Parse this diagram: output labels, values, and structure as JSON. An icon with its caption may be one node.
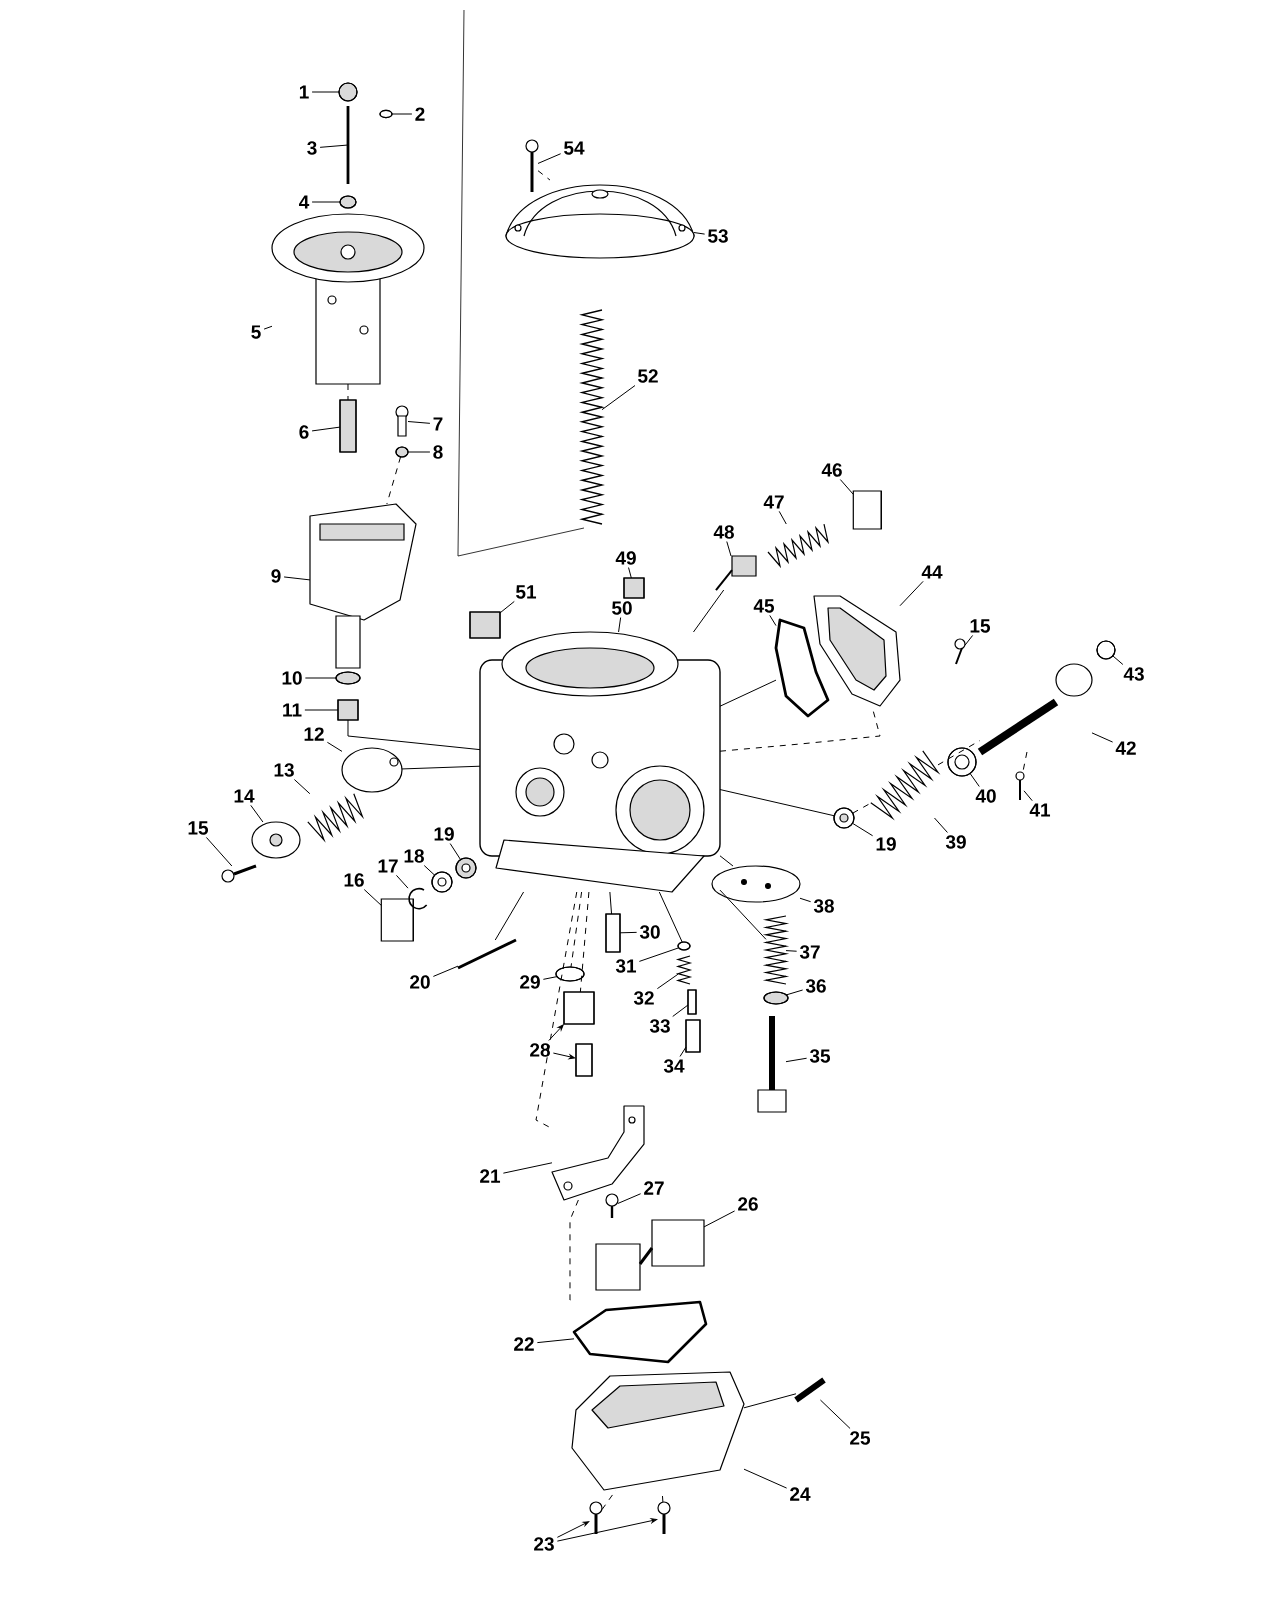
{
  "diagram": {
    "nodes": [
      {
        "text": [
          "1"
        ]
      },
      {
        "text": [
          "2"
        ]
      },
      {
        "text": [
          "3"
        ]
      },
      {
        "text": [
          "4"
        ]
      },
      {
        "text": [
          "5"
        ]
      },
      {
        "text": [
          "6"
        ]
      },
      {
        "text": [
          "7"
        ]
      },
      {
        "text": [
          "8"
        ]
      },
      {
        "text": [
          "9"
        ]
      },
      {
        "text": [
          "10"
        ]
      },
      {
        "text": [
          "11"
        ]
      },
      {
        "text": [
          "12"
        ]
      },
      {
        "text": [
          "13"
        ]
      },
      {
        "text": [
          "14"
        ]
      },
      {
        "text": [
          "15"
        ]
      },
      {
        "text": [
          "15"
        ]
      },
      {
        "text": [
          "16"
        ]
      },
      {
        "text": [
          "17"
        ]
      },
      {
        "text": [
          "18"
        ]
      },
      {
        "text": [
          "19"
        ]
      },
      {
        "text": [
          "19"
        ]
      },
      {
        "text": [
          "20"
        ]
      },
      {
        "text": [
          "21"
        ]
      },
      {
        "text": [
          "22"
        ]
      },
      {
        "text": [
          "23"
        ]
      },
      {
        "text": [
          "24"
        ]
      },
      {
        "text": [
          "25"
        ]
      },
      {
        "text": [
          "26"
        ]
      },
      {
        "text": [
          "27"
        ]
      },
      {
        "text": [
          "28"
        ]
      },
      {
        "text": [
          "29"
        ]
      },
      {
        "text": [
          "30"
        ]
      },
      {
        "text": [
          "31"
        ]
      },
      {
        "text": [
          "32"
        ]
      },
      {
        "text": [
          "33"
        ]
      },
      {
        "text": [
          "34"
        ]
      },
      {
        "text": [
          "35"
        ]
      },
      {
        "text": [
          "36"
        ]
      },
      {
        "text": [
          "37"
        ]
      },
      {
        "text": [
          "38"
        ]
      },
      {
        "text": [
          "39"
        ]
      },
      {
        "text": [
          "40"
        ]
      },
      {
        "text": [
          "41"
        ]
      },
      {
        "text": [
          "42"
        ]
      },
      {
        "text": [
          "43"
        ]
      },
      {
        "text": [
          "44"
        ]
      },
      {
        "text": [
          "45"
        ]
      },
      {
        "text": [
          "46"
        ]
      },
      {
        "text": [
          "47"
        ]
      },
      {
        "text": [
          "48"
        ]
      },
      {
        "text": [
          "49"
        ]
      },
      {
        "text": [
          "50"
        ]
      },
      {
        "text": [
          "51"
        ]
      },
      {
        "text": [
          "52"
        ]
      },
      {
        "text": [
          "53"
        ]
      },
      {
        "text": [
          "54"
        ]
      },
      {
        "text": [],
        "shape": "circle"
      },
      {
        "text": [],
        "shape": "circle"
      },
      {
        "text": [],
        "shape": "picture"
      },
      {
        "text": [],
        "shape": "circle"
      },
      {
        "text": [],
        "shape": "picture"
      },
      {
        "text": [],
        "shape": "box"
      },
      {
        "text": [],
        "shape": "picture"
      },
      {
        "text": [],
        "shape": "circle"
      },
      {
        "text": [],
        "shape": "picture"
      },
      {
        "text": [],
        "shape": "circle"
      },
      {
        "text": [],
        "shape": "box"
      },
      {
        "text": [],
        "shape": "picture"
      },
      {
        "text": [],
        "shape": "picture"
      },
      {
        "text": [],
        "shape": "picture"
      },
      {
        "text": [],
        "shape": "picture"
      },
      {
        "text": [],
        "shape": "picture"
      },
      {
        "text": [],
        "shape": "cylinder"
      },
      {
        "text": [],
        "shape": "picture"
      },
      {
        "text": [],
        "shape": "circle"
      },
      {
        "text": [],
        "shape": "circle"
      },
      {
        "text": [],
        "shape": "circle"
      },
      {
        "text": [],
        "shape": "picture"
      },
      {
        "text": [],
        "shape": "picture"
      },
      {
        "text": [],
        "shape": "picture"
      },
      {
        "text": [],
        "shape": "picture"
      },
      {
        "text": [],
        "shape": "picture"
      },
      {
        "text": [],
        "shape": "picture"
      },
      {
        "text": [],
        "shape": "picture"
      },
      {
        "text": [],
        "shape": "picture"
      },
      {
        "text": [],
        "shape": "box"
      },
      {
        "text": [],
        "shape": "circle"
      },
      {
        "text": [],
        "shape": "box"
      },
      {
        "text": [],
        "shape": "circle"
      },
      {
        "text": [],
        "shape": "picture"
      },
      {
        "text": [],
        "shape": "box"
      },
      {
        "text": [],
        "shape": "box"
      },
      {
        "text": [],
        "shape": "picture"
      },
      {
        "text": [],
        "shape": "circle"
      },
      {
        "text": [],
        "shape": "picture"
      },
      {
        "text": [],
        "shape": "picture"
      },
      {
        "text": [],
        "shape": "picture"
      },
      {
        "text": [],
        "shape": "circle"
      },
      {
        "text": [],
        "shape": "picture"
      },
      {
        "text": [],
        "shape": "picture"
      },
      {
        "text": [],
        "shape": "circle"
      },
      {
        "text": [],
        "shape": "picture"
      },
      {
        "text": [],
        "shape": "picture"
      },
      {
        "text": [],
        "shape": "cylinder"
      },
      {
        "text": [],
        "shape": "picture"
      },
      {
        "text": [],
        "shape": "picture"
      },
      {
        "text": [],
        "shape": "box"
      },
      {
        "text": [],
        "shape": "picture"
      },
      {
        "text": [],
        "shape": "box"
      },
      {
        "text": [],
        "shape": "picture"
      },
      {
        "text": [],
        "shape": "picture"
      },
      {
        "text": [],
        "shape": "picture"
      },
      {
        "text": [],
        "shape": "picture"
      },
      {
        "text": [],
        "shape": "box"
      }
    ],
    "edges": [
      {
        "from": 0,
        "to": 56,
        "arrow": "none"
      },
      {
        "from": 1,
        "to": 57,
        "arrow": "none"
      },
      {
        "from": 2,
        "to": 58,
        "arrow": "none"
      },
      {
        "from": 3,
        "to": 59,
        "arrow": "none"
      },
      {
        "from": 4,
        "to": 60,
        "arrow": "none"
      },
      {
        "from": 5,
        "to": 61,
        "arrow": "none"
      },
      {
        "from": 6,
        "to": 62,
        "arrow": "none"
      },
      {
        "from": 7,
        "to": 63,
        "arrow": "none"
      },
      {
        "from": 8,
        "to": 64,
        "arrow": "none"
      },
      {
        "from": 9,
        "to": 65,
        "arrow": "none"
      },
      {
        "from": 10,
        "to": 66,
        "arrow": "none"
      },
      {
        "from": 11,
        "to": 67,
        "arrow": "none"
      },
      {
        "from": 12,
        "to": 68,
        "arrow": "none"
      },
      {
        "from": 13,
        "to": 69,
        "arrow": "none"
      },
      {
        "from": 14,
        "to": 70,
        "arrow": "none"
      },
      {
        "from": 15,
        "to": 71,
        "arrow": "none"
      },
      {
        "from": 16,
        "to": 72,
        "arrow": "none"
      },
      {
        "from": 17,
        "to": 73,
        "arrow": "none"
      },
      {
        "from": 18,
        "to": 74,
        "arrow": "none"
      },
      {
        "from": 19,
        "to": 75,
        "arrow": "none"
      },
      {
        "from": 20,
        "to": 76,
        "arrow": "none"
      },
      {
        "from": 21,
        "to": 77,
        "arrow": "none"
      },
      {
        "from": 22,
        "to": 78,
        "arrow": "none"
      },
      {
        "from": 23,
        "to": 79,
        "arrow": "none"
      },
      {
        "from": 24,
        "to": 80,
        "arrow": "to"
      },
      {
        "from": 25,
        "to": 81,
        "arrow": "none"
      },
      {
        "from": 26,
        "to": 82,
        "arrow": "none"
      },
      {
        "from": 27,
        "to": 83,
        "arrow": "none"
      },
      {
        "from": 28,
        "to": 84,
        "arrow": "none"
      },
      {
        "from": 29,
        "to": 85,
        "arrow": "to"
      },
      {
        "from": 30,
        "to": 86,
        "arrow": "none"
      },
      {
        "from": 31,
        "to": 87,
        "arrow": "none"
      },
      {
        "from": 32,
        "to": 88,
        "arrow": "none"
      },
      {
        "from": 33,
        "to": 89,
        "arrow": "none"
      },
      {
        "from": 34,
        "to": 90,
        "arrow": "none"
      },
      {
        "from": 35,
        "to": 91,
        "arrow": "none"
      },
      {
        "from": 36,
        "to": 92,
        "arrow": "none"
      },
      {
        "from": 37,
        "to": 93,
        "arrow": "none"
      },
      {
        "from": 38,
        "to": 94,
        "arrow": "none"
      },
      {
        "from": 39,
        "to": 95,
        "arrow": "none"
      },
      {
        "from": 40,
        "to": 96,
        "arrow": "none"
      },
      {
        "from": 41,
        "to": 97,
        "arrow": "none"
      },
      {
        "from": 42,
        "to": 98,
        "arrow": "none"
      },
      {
        "from": 43,
        "to": 99,
        "arrow": "none"
      },
      {
        "from": 44,
        "to": 100,
        "arrow": "none"
      },
      {
        "from": 45,
        "to": 101,
        "arrow": "none"
      },
      {
        "from": 46,
        "to": 102,
        "arrow": "none"
      },
      {
        "from": 47,
        "to": 103,
        "arrow": "none"
      },
      {
        "from": 48,
        "to": 104,
        "arrow": "none"
      },
      {
        "from": 49,
        "to": 105,
        "arrow": "none"
      },
      {
        "from": 50,
        "to": 106,
        "arrow": "none"
      },
      {
        "from": 51,
        "to": 107,
        "arrow": "none"
      },
      {
        "from": 52,
        "to": 108,
        "arrow": "none"
      },
      {
        "from": 53,
        "to": 109,
        "arrow": "none"
      },
      {
        "from": 54,
        "to": 110,
        "arrow": "none"
      },
      {
        "from": 55,
        "to": 111,
        "arrow": "none"
      },
      {
        "from": 24,
        "to": 112,
        "arrow": "to"
      },
      {
        "from": 29,
        "to": 113,
        "arrow": "to"
      },
      {
        "from": 66,
        "to": 107,
        "arrow": "none"
      },
      {
        "from": 107,
        "to": 101,
        "arrow": "none",
        "style": "dashed"
      },
      {
        "from": 105,
        "to": 107,
        "arrow": "none"
      },
      {
        "from": 102,
        "to": 107,
        "arrow": "none"
      },
      {
        "from": 76,
        "to": 107,
        "arrow": "none"
      },
      {
        "from": 107,
        "to": 94,
        "arrow": "none"
      },
      {
        "from": 107,
        "to": 87,
        "arrow": "none"
      },
      {
        "from": 107,
        "to": 88,
        "arrow": "none"
      },
      {
        "from": 107,
        "to": 86,
        "arrow": "none",
        "style": "dashed"
      },
      {
        "from": 107,
        "to": 85,
        "arrow": "none",
        "style": "dashed"
      },
      {
        "from": 107,
        "to": 78,
        "arrow": "none",
        "style": "dashed"
      },
      {
        "from": 78,
        "to": 79,
        "arrow": "none",
        "style": "dashed"
      },
      {
        "from": 80,
        "to": 81,
        "arrow": "none",
        "style": "dashed"
      },
      {
        "from": 112,
        "to": 81,
        "arrow": "none",
        "style": "dashed"
      },
      {
        "from": 81,
        "to": 82,
        "arrow": "none"
      },
      {
        "from": 77,
        "to": 107,
        "arrow": "none"
      },
      {
        "from": 107,
        "to": 95,
        "arrow": "none"
      },
      {
        "from": 76,
        "to": 96,
        "arrow": "none",
        "style": "dashed"
      },
      {
        "from": 99,
        "to": 98,
        "arrow": "none",
        "style": "dashed"
      },
      {
        "from": 111,
        "to": 110,
        "arrow": "none",
        "style": "dashed"
      },
      {
        "from": 60,
        "to": 61,
        "arrow": "none",
        "style": "dashed"
      },
      {
        "from": 63,
        "to": 64,
        "arrow": "none",
        "style": "dashed"
      },
      {
        "from": 67,
        "to": 107,
        "arrow": "none"
      },
      {
        "from": 96,
        "to": 99,
        "arrow": "none",
        "style": "dashed"
      }
    ]
  }
}
